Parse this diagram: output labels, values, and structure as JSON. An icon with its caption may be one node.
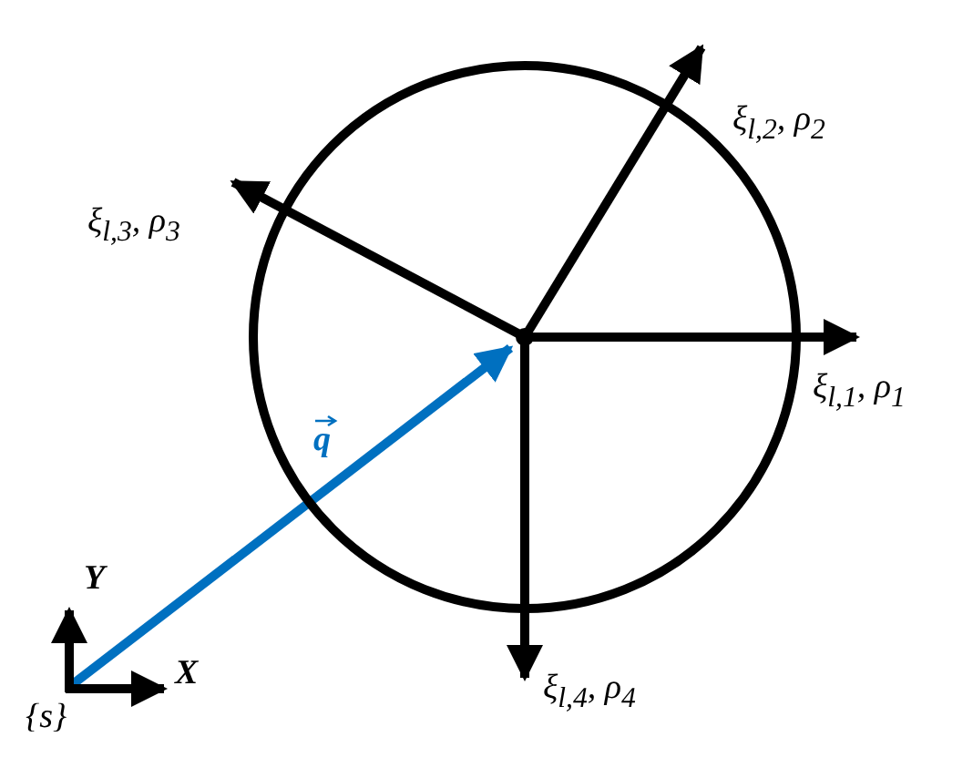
{
  "diagram": {
    "nodes": [
      {
        "text": [],
        "shape": "circle"
      },
      {
        "text": [],
        "shape": "dot",
        "in": 0
      },
      {
        "text": [
          "ξ$_{l,2}$, ρ$_{2}$"
        ]
      },
      {
        "text": [
          "ξ$_{l,3}$, ρ$_{3}$"
        ]
      },
      {
        "text": [
          "ξ$_{l,1}$, ρ$_{1}$"
        ]
      },
      {
        "text": [
          "ξ$_{l,4}$, ρ$_{4}$"
        ]
      },
      {
        "text": [
          "{s}"
        ]
      }
    ],
    "edges": [
      {
        "from": 1,
        "to": 2,
        "arrow": "to"
      },
      {
        "from": 1,
        "to": 3,
        "arrow": "to"
      },
      {
        "from": 1,
        "to": 4,
        "arrow": "to"
      },
      {
        "from": 1,
        "to": 5,
        "arrow": "to"
      },
      {
        "from": 6,
        "to": 1,
        "arrow": "to",
        "label": "q",
        "color": "#0070c0"
      }
    ],
    "labels": [
      "Y",
      "X"
    ]
  }
}
